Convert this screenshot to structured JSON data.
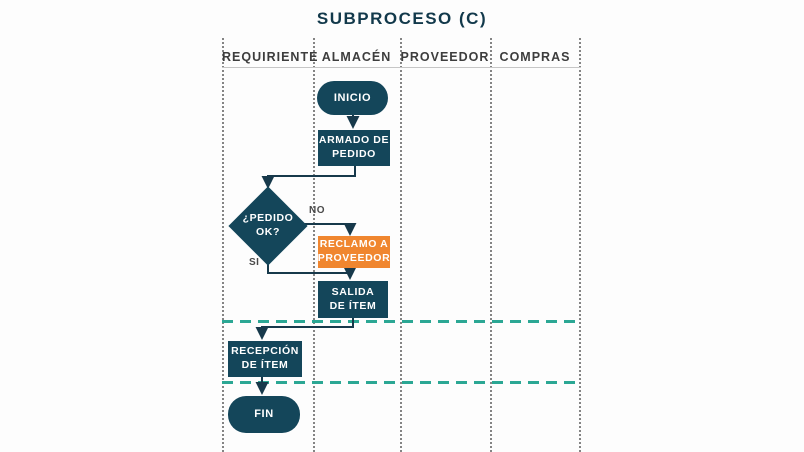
{
  "title": "SUBPROCESO (C)",
  "lanes": [
    {
      "label": "REQUIRIENTE"
    },
    {
      "label": "ALMACÉN"
    },
    {
      "label": "PROVEEDOR"
    },
    {
      "label": "COMPRAS"
    }
  ],
  "nodes": {
    "inicio": {
      "label": "INICIO",
      "type": "terminator"
    },
    "armado": {
      "label": "ARMADO DE\nPEDIDO",
      "type": "process"
    },
    "decision": {
      "label": "¿PEDIDO\nOK?",
      "type": "decision"
    },
    "reclamo": {
      "label": "RECLAMO A\nPROVEEDOR",
      "type": "process"
    },
    "salida": {
      "label": "SALIDA\nDE ÍTEM",
      "type": "process"
    },
    "recepcion": {
      "label": "RECEPCIÓN\nDE ÍTEM",
      "type": "process"
    },
    "fin": {
      "label": "FIN",
      "type": "terminator"
    }
  },
  "edge_labels": {
    "no": "NO",
    "si": "SI"
  },
  "colors": {
    "node_teal": "#14465A",
    "node_orange": "#F0862F",
    "connector": "#17394B",
    "phase_divider": "#2BA794",
    "lane_divider": "#5C5C5C",
    "title_text": "#12394B",
    "lane_label_text": "#3D3D3D"
  }
}
